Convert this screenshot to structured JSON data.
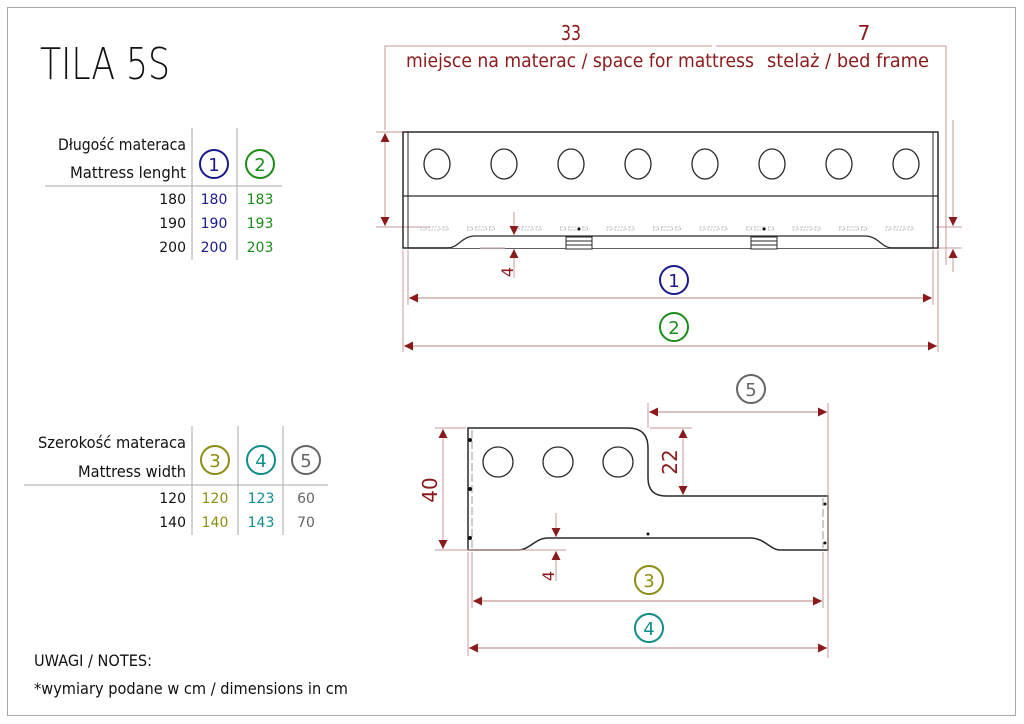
{
  "title": "TILA 5S",
  "colors": {
    "dimension": "#8b1a1a",
    "dim_line": "#c89a9a",
    "outline": "#2a2a2a",
    "c1": "#1a1a8c",
    "c2": "#1a8c1a",
    "c3": "#8c8c10",
    "c4": "#108c8c",
    "c5": "#666666"
  },
  "length_table": {
    "header_pl": "Długość materaca",
    "header_en": "Mattress lenght",
    "markers": [
      "1",
      "2"
    ],
    "rows": [
      {
        "size": "180",
        "v1": "180",
        "v2": "183"
      },
      {
        "size": "190",
        "v1": "190",
        "v2": "193"
      },
      {
        "size": "200",
        "v1": "200",
        "v2": "203"
      }
    ]
  },
  "width_table": {
    "header_pl": "Szerokość materaca",
    "header_en": "Mattress width",
    "markers": [
      "3",
      "4",
      "5"
    ],
    "rows": [
      {
        "size": "120",
        "v3": "120",
        "v4": "123",
        "v5": "60"
      },
      {
        "size": "140",
        "v3": "140",
        "v4": "143",
        "v5": "70"
      }
    ]
  },
  "side_view": {
    "dim_mattress_space": "33",
    "label_mattress_space": "miejsce na materac / space for mattress",
    "dim_bed_frame": "7",
    "label_bed_frame": "stelaż / bed frame",
    "dim_clearance": "4",
    "marker_length_1": "1",
    "marker_length_2": "2"
  },
  "end_view": {
    "dim_height": "40",
    "dim_headboard": "22",
    "dim_clearance": "4",
    "marker_5": "5",
    "marker_width_3": "3",
    "marker_width_4": "4"
  },
  "notes": {
    "heading": "UWAGI / NOTES:",
    "line1": "*wymiary podane w cm / dimensions in cm"
  }
}
